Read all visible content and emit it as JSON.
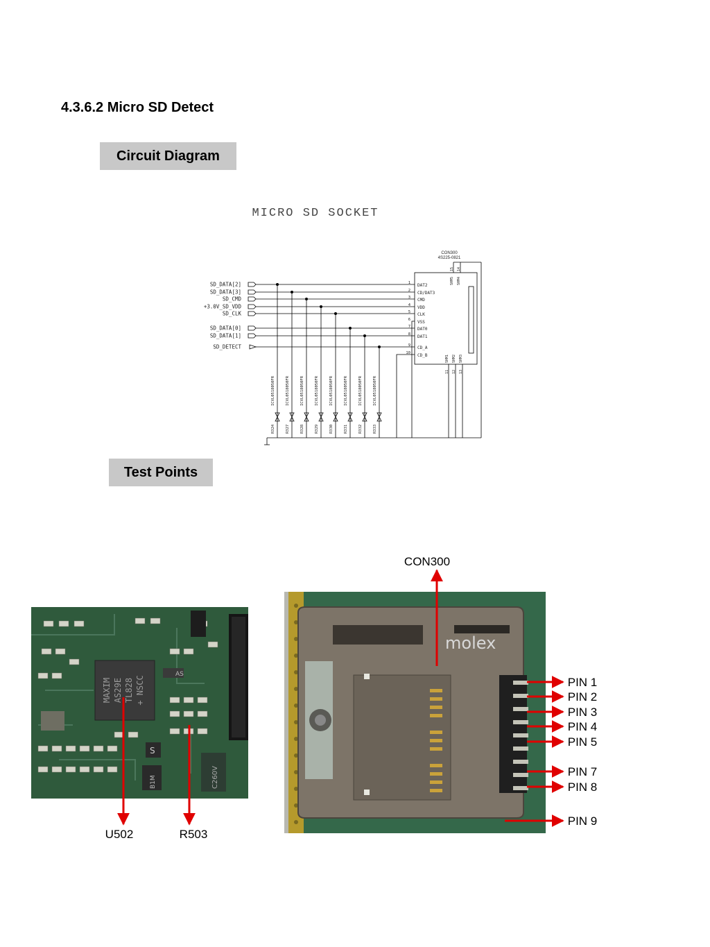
{
  "section": {
    "title": "4.3.6.2 Micro SD Detect"
  },
  "labels": {
    "circuit_diagram": "Circuit Diagram",
    "test_points": "Test Points"
  },
  "schematic": {
    "title": "MICRO SD SOCKET",
    "connector_ref": "CON300",
    "connector_part": "4S225-0821",
    "signals": [
      "SD_DATA[2]",
      "SD_DATA[3]",
      "SD_CMD",
      "+3.0V_SD_VDD",
      "SD_CLK",
      "SD_DATA[0]",
      "SD_DATA[1]",
      "SD_DETECT"
    ],
    "pins": [
      {
        "num": "1",
        "name": "DAT2"
      },
      {
        "num": "2",
        "name": "CD/DAT3"
      },
      {
        "num": "3",
        "name": "CMD"
      },
      {
        "num": "4",
        "name": "VDD"
      },
      {
        "num": "5",
        "name": "CLK"
      },
      {
        "num": "6",
        "name": "VSS"
      },
      {
        "num": "7",
        "name": "DAT0"
      },
      {
        "num": "8",
        "name": "DAT1"
      },
      {
        "num": "9",
        "name": "CD_A"
      },
      {
        "num": "10",
        "name": "CD_B"
      }
    ],
    "shield_top": [
      {
        "num": "15",
        "name": "SHM5"
      },
      {
        "num": "14",
        "name": "SHM4"
      }
    ],
    "shield_bottom": [
      {
        "num": "11",
        "name": "SHM1"
      },
      {
        "num": "12",
        "name": "SHM2"
      },
      {
        "num": "13",
        "name": "SHM3"
      }
    ],
    "esd_part": "ICVL0518050FR",
    "esd_refs": [
      "R324",
      "R327",
      "R328",
      "R329",
      "R330",
      "R331",
      "R332",
      "R333"
    ]
  },
  "photo_left": {
    "chip_marking": [
      "MAXIM",
      "AS29E",
      "TL828",
      "+ NSCC"
    ],
    "part_markings": [
      "AS",
      "S",
      "B1M",
      "C260V"
    ]
  },
  "photo_right": {
    "brand": "molex"
  },
  "callouts": {
    "u502": "U502",
    "r503": "R503",
    "con300": "CON300",
    "pins": [
      "PIN 1",
      "PIN 2",
      "PIN 3",
      "PIN 4",
      "PIN 5",
      "PIN 7",
      "PIN 8",
      "PIN 9"
    ]
  },
  "colors": {
    "arrow": "#e00000",
    "label_bg": "#c8c8c8",
    "pcb_green": "#2f5a3c"
  }
}
